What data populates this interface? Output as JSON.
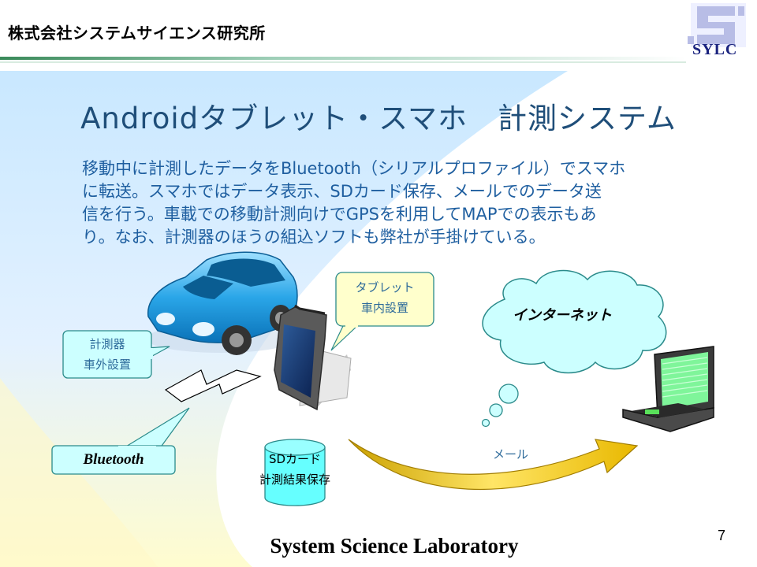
{
  "header": {
    "company_name": "株式会社システムサイエンス研究所",
    "logo_text": "SYLC"
  },
  "slide": {
    "title": "Androidタブレット・スマホ　計測システム",
    "body_lines": [
      "移動中に計測したデータをBluetooth（シリアルプロファイル）でスマホ",
      "に転送。スマホではデータ表示、SDカード保存、メールでのデータ送",
      "信を行う。車載での移動計測向けでGPSを利用してMAPでの表示もあ",
      "り。なお、計測器のほうの組込ソフトも弊社が手掛けている。"
    ],
    "page_number": "7"
  },
  "diagram": {
    "sensor_label": [
      "計測器",
      "車外設置"
    ],
    "tablet_label": [
      "タブレット",
      "車内設置"
    ],
    "bluetooth_label": "Bluetooth",
    "internet_label": "インターネット",
    "sd_label": [
      "SDカード",
      "計測結果保存"
    ],
    "mail_label": "メール"
  },
  "footer": {
    "text": "System Science Laboratory"
  },
  "colors": {
    "title": "#1f4e79",
    "body": "#1f5fa0",
    "callout_fill": "#ccffff",
    "callout_stroke": "#2a8a8a",
    "tablet_callout_fill": "#ffffcc",
    "sd_fill": "#66ffff",
    "arrow": "#e8c000"
  }
}
